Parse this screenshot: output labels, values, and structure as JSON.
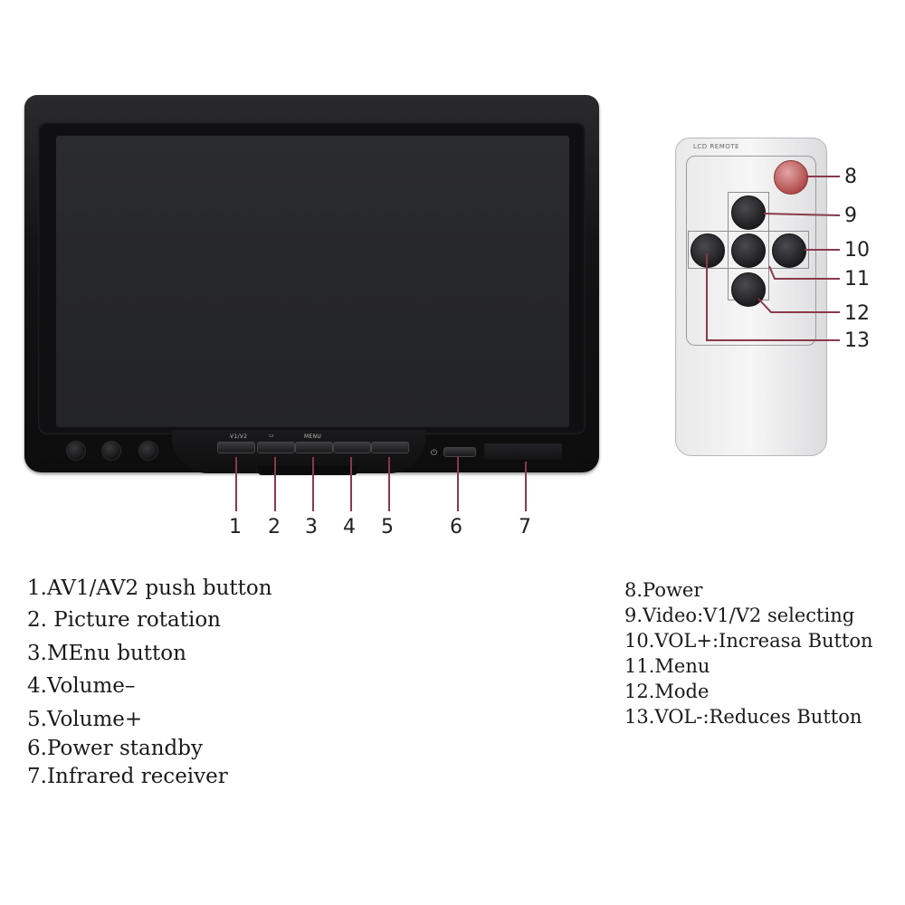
{
  "monitor": {
    "button_labels": {
      "av": "V1/V2",
      "rotate": "▭",
      "menu": "MENU"
    },
    "power_symbol": "⏻"
  },
  "remote": {
    "title": "LCD REMOTE"
  },
  "callouts": [
    "1",
    "2",
    "3",
    "4",
    "5",
    "6",
    "7",
    "8",
    "9",
    "10",
    "11",
    "12",
    "13"
  ],
  "legend_left": [
    "1.AV1/AV2 push button",
    "2. Picture rotation",
    "3.MEnu button",
    "4.Volume–",
    "5.Volume+",
    "6.Power standby",
    "7.Infrared receiver"
  ],
  "legend_right": [
    "8.Power",
    "9.Video:V1/V2 selecting",
    "10.VOL+:Increasa Button",
    "11.Menu",
    "12.Mode",
    "13.VOL-:Reduces Button"
  ],
  "colors": {
    "leader": "#8a3a4a",
    "power_button": "#b14a4a"
  }
}
